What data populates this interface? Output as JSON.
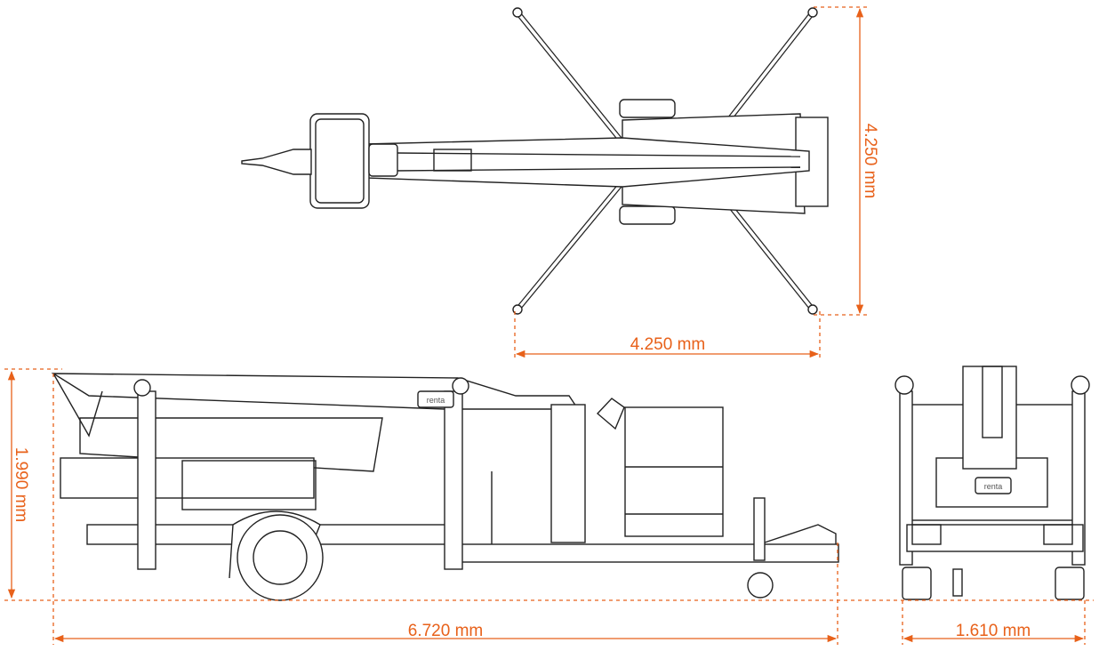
{
  "accent_color": "#e8611a",
  "line_color": "#222222",
  "dimensions": {
    "top_view_height": "4.250 mm",
    "top_view_width": "4.250 mm",
    "side_view_height": "1.990 mm",
    "side_view_length": "6.720 mm",
    "front_view_width": "1.610 mm"
  },
  "logos": {
    "side": "renta",
    "front": "renta"
  }
}
